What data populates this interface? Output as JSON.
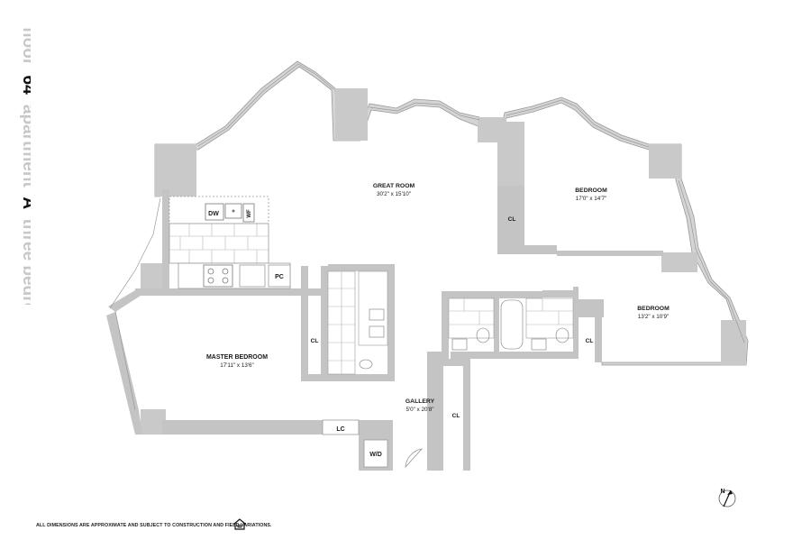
{
  "header": {
    "floor_word": "floor",
    "floor_number": "64",
    "apartment_word": "apartment",
    "apartment_letter": "A",
    "unit_type": "three bedroom"
  },
  "rooms": {
    "great_room": {
      "name": "GREAT ROOM",
      "dims": "30'2\" x 15'10\""
    },
    "bedroom_1": {
      "name": "BEDROOM",
      "dims": "17'0\" x 14'7\""
    },
    "bedroom_2": {
      "name": "BEDROOM",
      "dims": "13'2\" x 10'9\""
    },
    "master_bedroom": {
      "name": "MASTER BEDROOM",
      "dims": "17'11\" x 13'6\""
    },
    "gallery": {
      "name": "GALLERY",
      "dims": "5'0\" x 20'8\""
    }
  },
  "fixtures": {
    "dw": "DW",
    "wf": "WF",
    "pc": "PC",
    "lc": "LC",
    "wd": "W/D",
    "cl": "CL"
  },
  "compass": {
    "north": "N"
  },
  "footer": {
    "disclaimer": "ALL DIMENSIONS ARE APPROXIMATE AND SUBJECT TO CONSTRUCTION AND FIELD VARIATIONS."
  },
  "colors": {
    "wall": "#c9c9c9",
    "wall_dark": "#a9a9a9",
    "title_light": "#c8c8c8",
    "title_dark": "#111111",
    "line": "#8a8a8a"
  }
}
